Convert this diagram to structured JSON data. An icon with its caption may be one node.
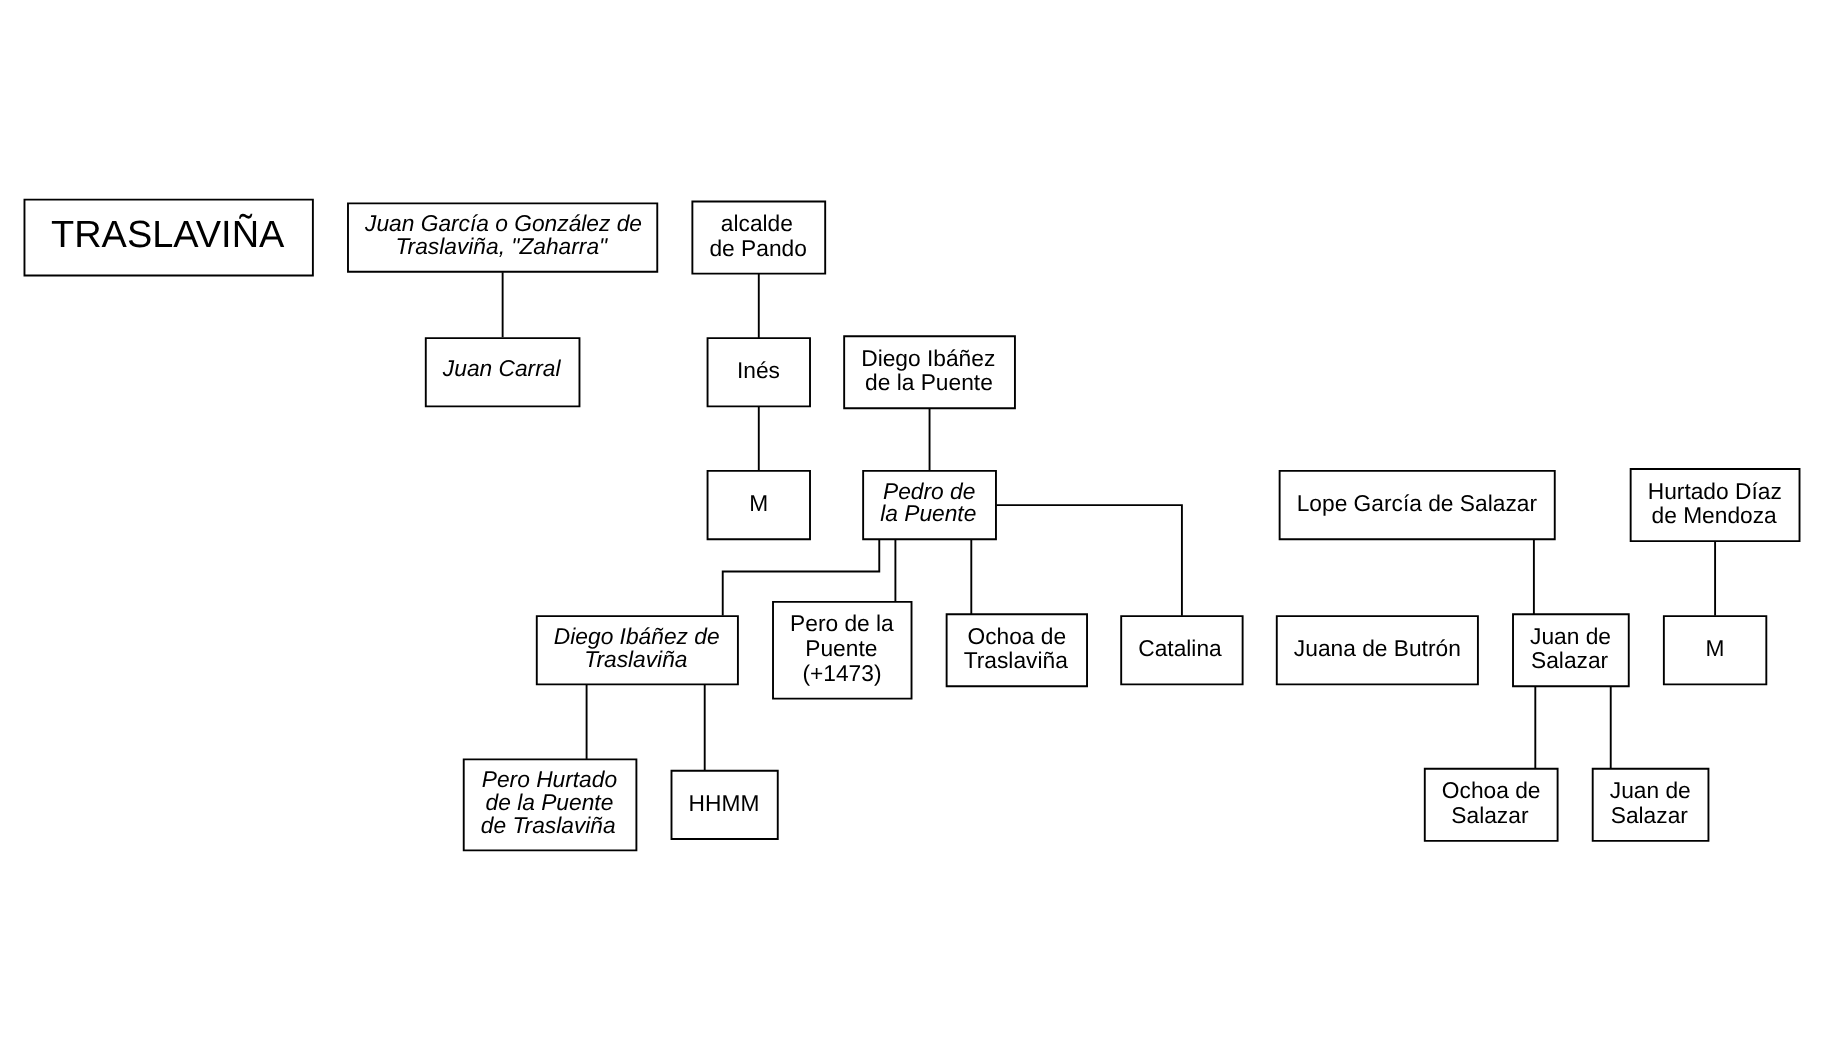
{
  "diagram": {
    "nodes": [
      {
        "text": [
          "TRASLAVIÑA"
        ]
      },
      {
        "text": [
          "Juan García o González de Traslaviña, \"Zaharra\""
        ]
      },
      {
        "text": [
          "alcalde de Pando"
        ]
      },
      {
        "text": [
          "Juan Carral"
        ]
      },
      {
        "text": [
          "Inés"
        ]
      },
      {
        "text": [
          "Diego Ibáñez de la Puente"
        ]
      },
      {
        "text": [
          "Pedro de la Puente"
        ]
      },
      {
        "text": [
          "M"
        ]
      },
      {
        "text": [
          "Lope García de Salazar"
        ]
      },
      {
        "text": [
          "Juana de Butrón"
        ]
      },
      {
        "text": [
          "Hurtado Díaz de Mendoza"
        ]
      },
      {
        "text": [
          "M"
        ]
      },
      {
        "text": [
          "Diego Ibáñez de Traslaviña"
        ]
      },
      {
        "text": [
          "Pero de la Puente (+1473)"
        ]
      },
      {
        "text": [
          "Ochoa de Traslaviña"
        ]
      },
      {
        "text": [
          "Catalina"
        ]
      },
      {
        "text": [
          "Juan de Salazar"
        ]
      },
      {
        "text": [
          "Pero Hurtado de la Puente de Traslaviña"
        ]
      },
      {
        "text": [
          "HHMM"
        ]
      },
      {
        "text": [
          "Ochoa de Salazar"
        ]
      },
      {
        "text": [
          "Juan de Salazar"
        ]
      }
    ],
    "edges": [
      {
        "from": 1,
        "to": 3,
        "arrow": "none"
      },
      {
        "from": 2,
        "to": 4,
        "arrow": "none"
      },
      {
        "from": 4,
        "to": 7,
        "arrow": "none"
      },
      {
        "from": 5,
        "to": 6,
        "arrow": "none"
      },
      {
        "from": 6,
        "to": 12,
        "arrow": "none"
      },
      {
        "from": 6,
        "to": 13,
        "arrow": "none"
      },
      {
        "from": 6,
        "to": 14,
        "arrow": "none"
      },
      {
        "from": 6,
        "to": 15,
        "arrow": "none"
      },
      {
        "from": 8,
        "to": 16,
        "arrow": "none"
      },
      {
        "from": 10,
        "to": 11,
        "arrow": "none"
      },
      {
        "from": 12,
        "to": 17,
        "arrow": "none"
      },
      {
        "from": 12,
        "to": 18,
        "arrow": "none"
      },
      {
        "from": 16,
        "to": 19,
        "arrow": "none"
      },
      {
        "from": 16,
        "to": 20,
        "arrow": "none"
      }
    ]
  }
}
